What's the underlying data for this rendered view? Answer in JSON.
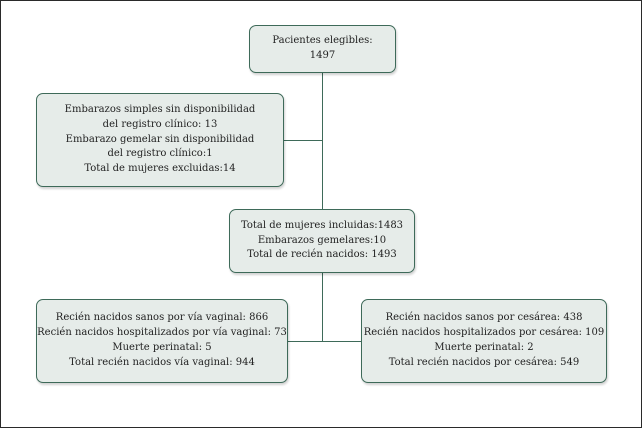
{
  "flowchart": {
    "eligible": {
      "lines": [
        "Pacientes elegibles:",
        "1497"
      ]
    },
    "excluded": {
      "lines": [
        "Embarazos simples sin disponibilidad",
        "del registro clínico: 13",
        "Embarazo gemelar sin disponibilidad",
        "del registro clínico:1",
        "Total de mujeres excluidas:14"
      ]
    },
    "included": {
      "lines": [
        "Total de mujeres incluidas:1483",
        "Embarazos gemelares:10",
        "Total de recién nacidos: 1493"
      ]
    },
    "vaginal": {
      "lines": [
        "Recién nacidos sanos por vía vaginal: 866",
        "Recién nacidos hospitalizados por vía vaginal: 73",
        "Muerte perinatal: 5",
        "Total recién nacidos vía vaginal: 944"
      ]
    },
    "cesarea": {
      "lines": [
        "Recién nacidos sanos por cesárea: 438",
        "Recién nacidos hospitalizados por cesárea: 109",
        "Muerte perinatal: 2",
        "Total recién nacidos por cesárea: 549"
      ]
    }
  },
  "colors": {
    "box_fill": "#e6ece9",
    "box_border": "#3e6a59",
    "connector": "#3e6a59"
  }
}
